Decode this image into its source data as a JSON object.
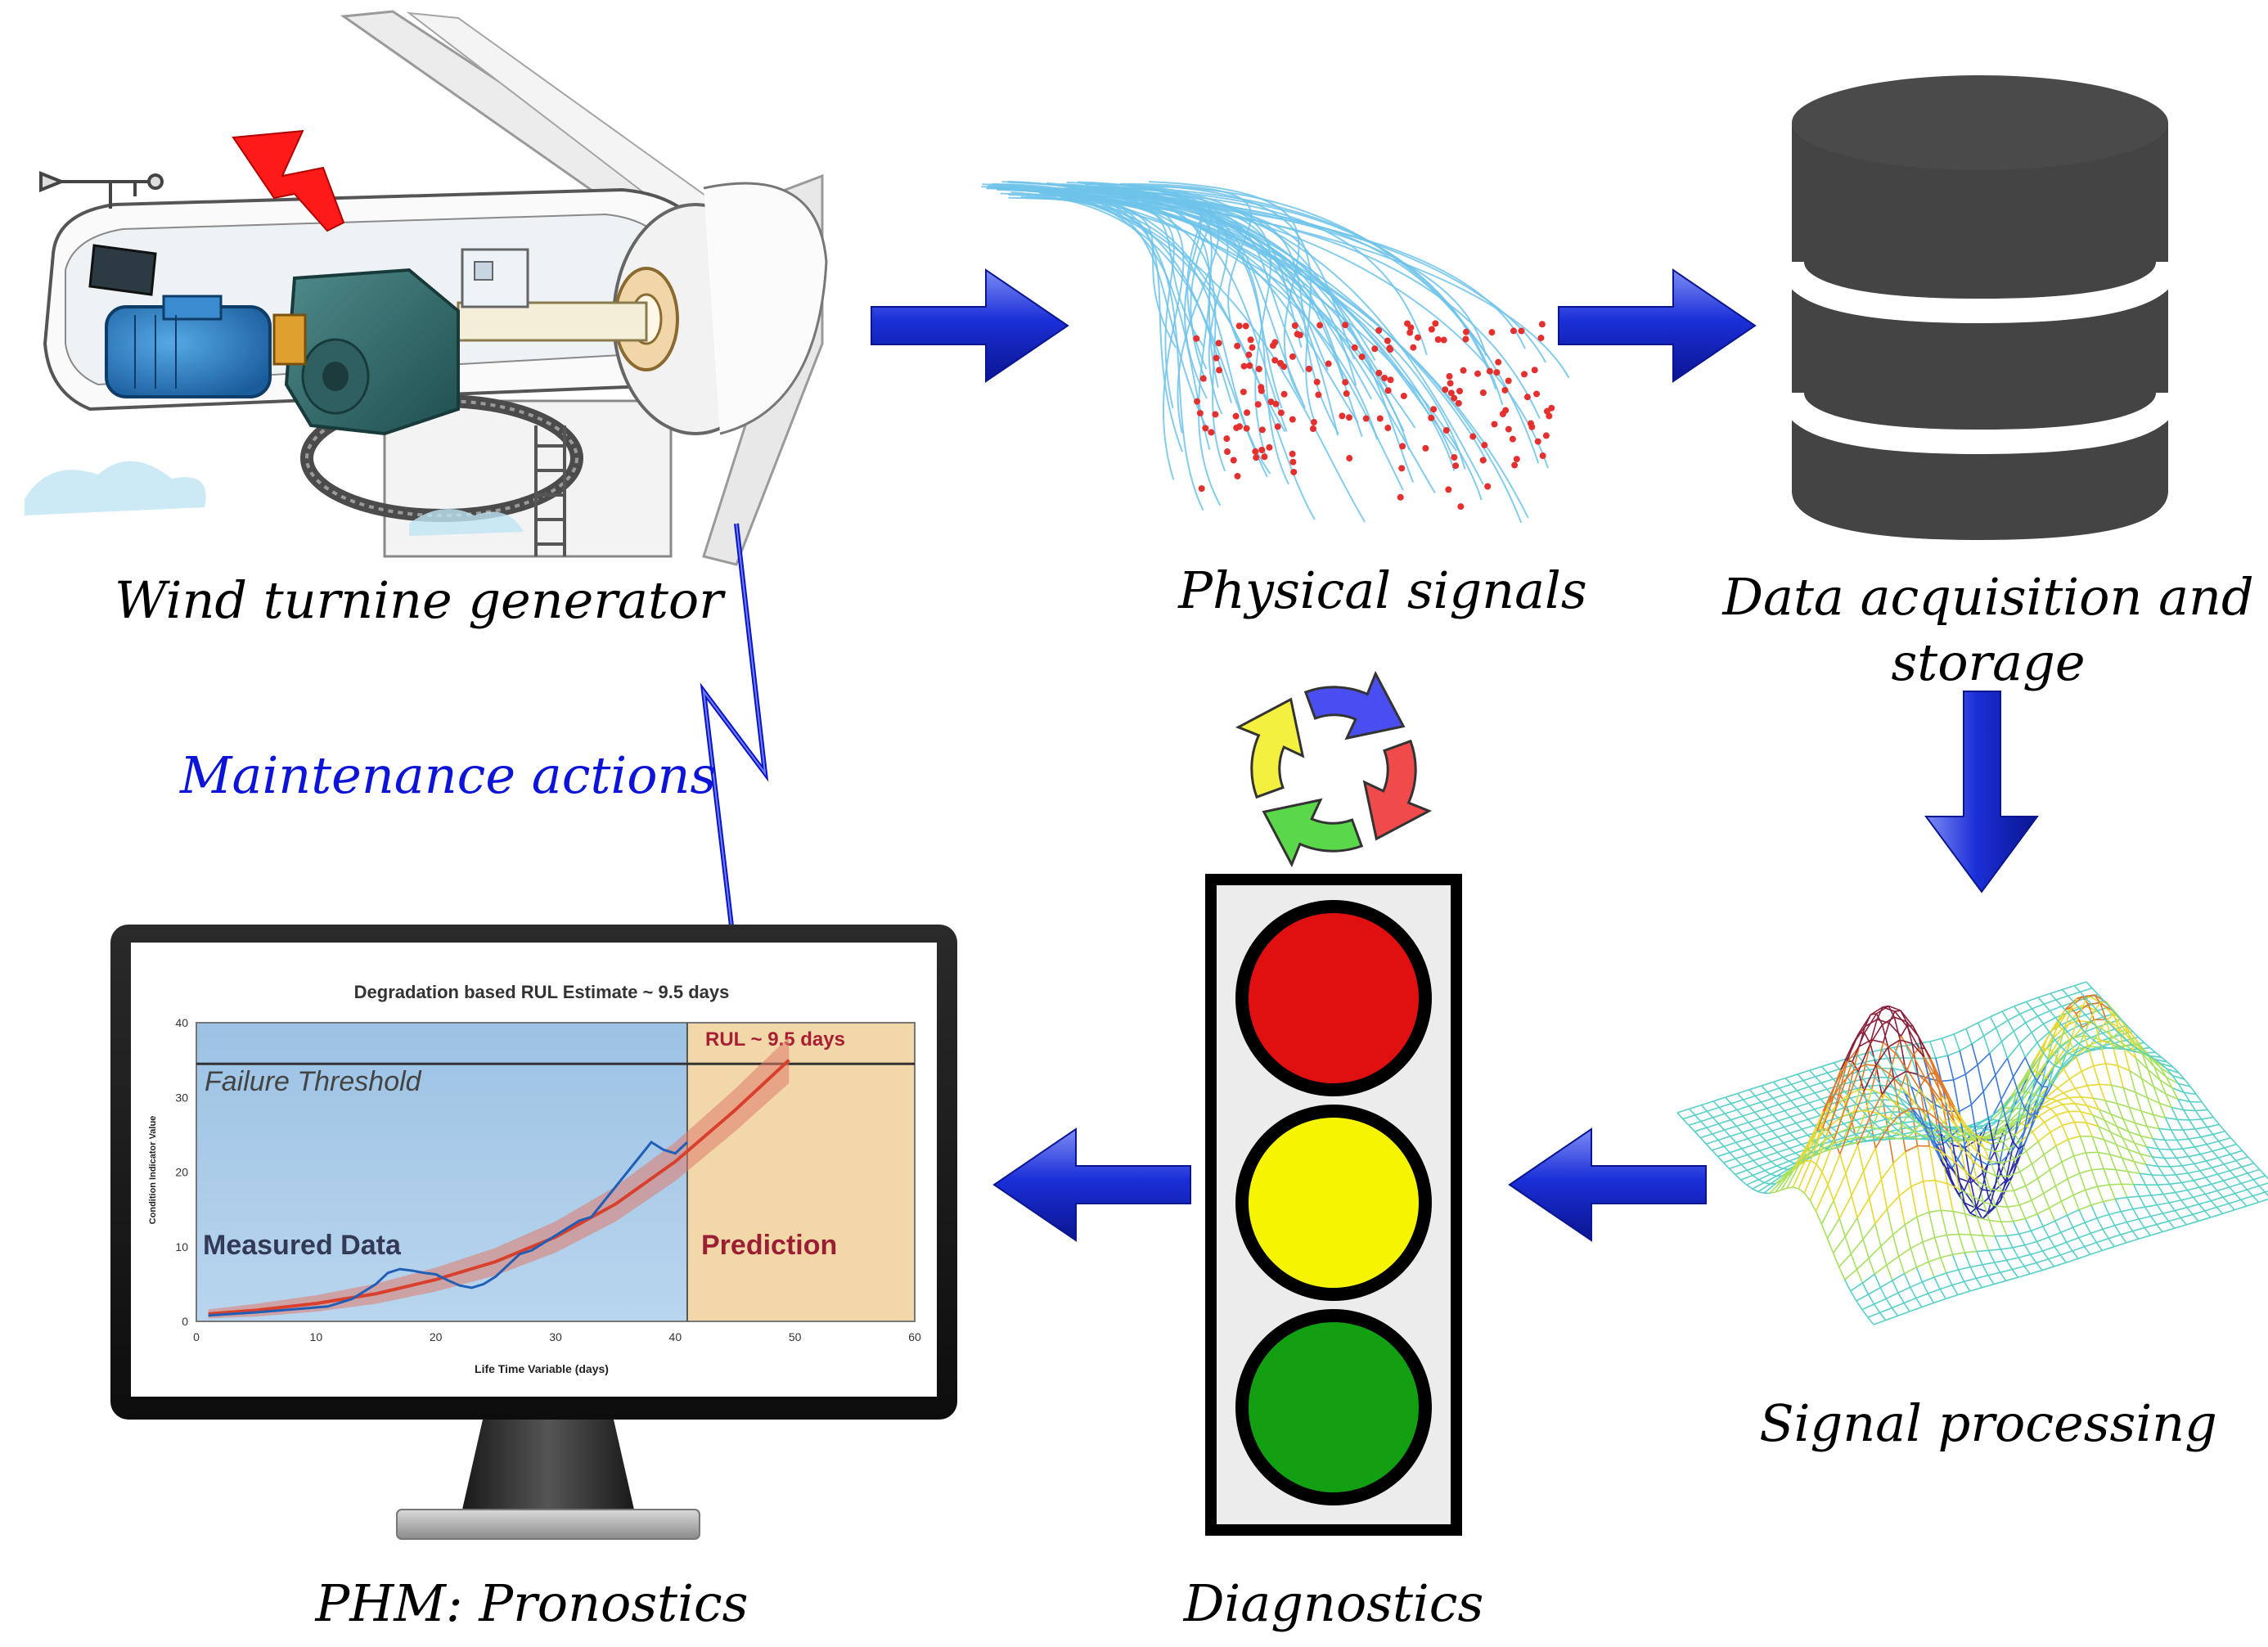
{
  "captions": {
    "wind_turbine": "Wind turnine generator",
    "physical_signals": "Physical signals",
    "data_acquisition_line1": "Data acquisition and",
    "data_acquisition_line2": "storage",
    "maintenance_actions": "Maintenance actions",
    "signal_processing": "Signal processing",
    "diagnostics": "Diagnostics",
    "phm": "PHM: Pronostics"
  },
  "monitor": {
    "title": "Degradation based RUL Estimate ~ 9.5 days",
    "failure_threshold_label": "Failure Threshold",
    "measured_label": "Measured Data",
    "prediction_label": "Prediction",
    "rul_label": "RUL ~ 9.5 days",
    "x_axis_label": "Life Time Variable (days)",
    "y_axis_label": "Condition Indicator Value"
  },
  "traffic_light": {
    "lamps": [
      "red",
      "yellow",
      "green"
    ]
  },
  "colors": {
    "arrow_blue": "#0a1fcc",
    "maintenance_blue": "#0c14d8",
    "lamp_red": "#e01010",
    "lamp_yellow": "#f7f400",
    "lamp_green": "#12a012",
    "signal_line": "#6ec3ea",
    "signal_dot": "#e53030",
    "database": "#444444"
  },
  "chart_data": {
    "type": "line",
    "title": "Degradation based RUL Estimate ~ 9.5 days",
    "xlabel": "Life Time Variable (days)",
    "ylabel": "Condition Indicator Value",
    "xlim": [
      0,
      60
    ],
    "ylim": [
      0,
      40
    ],
    "x_ticks": [
      0,
      10,
      20,
      30,
      40,
      50,
      60
    ],
    "y_ticks": [
      0,
      10,
      20,
      30,
      40
    ],
    "threshold": 34.5,
    "prediction_start": 41,
    "series": [
      {
        "kind": "measured",
        "x": [
          1,
          3,
          5,
          8,
          11,
          13,
          15,
          16,
          17,
          18,
          19,
          20,
          21,
          22,
          23,
          24,
          25,
          26,
          27,
          28,
          29,
          30,
          31,
          32,
          33,
          34,
          35,
          36,
          37,
          38,
          39,
          40,
          41
        ],
        "y": [
          0.8,
          1.0,
          1.2,
          1.6,
          2.0,
          3.0,
          5.0,
          6.5,
          7.0,
          6.8,
          6.5,
          6.3,
          5.5,
          4.8,
          4.5,
          5.0,
          6.0,
          7.5,
          9.0,
          9.5,
          10.5,
          11.5,
          12.5,
          13.5,
          14.0,
          16.0,
          18.0,
          20.0,
          22.0,
          24.0,
          23.0,
          22.5,
          24.0
        ]
      },
      {
        "kind": "fit",
        "x": [
          1,
          5,
          10,
          15,
          20,
          25,
          30,
          35,
          40,
          45,
          49.5
        ],
        "y": [
          1.0,
          1.5,
          2.4,
          3.7,
          5.6,
          8.0,
          11.3,
          15.7,
          21.4,
          28.3,
          35.0
        ]
      }
    ]
  }
}
